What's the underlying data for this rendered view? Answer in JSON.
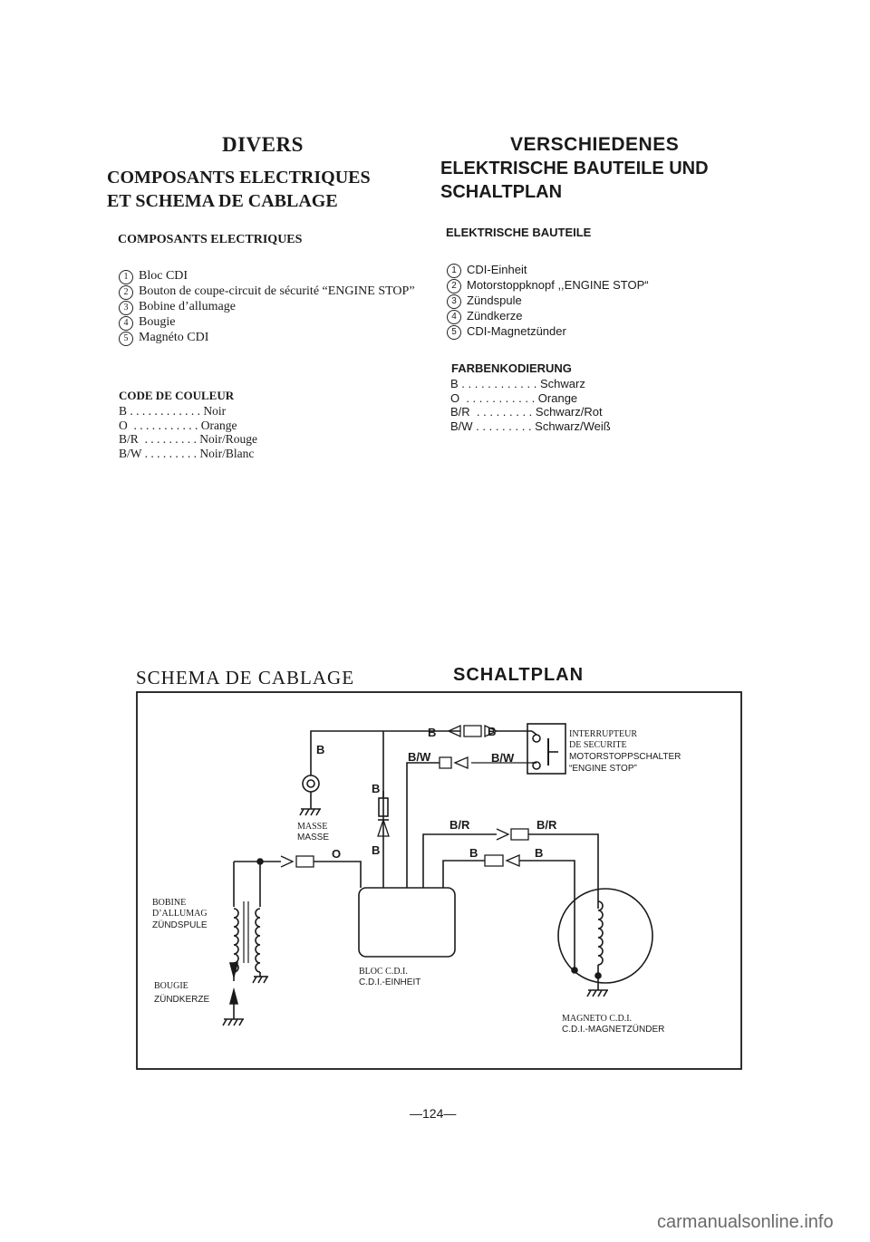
{
  "fr": {
    "title": "DIVERS",
    "heading": "COMPOSANTS ELECTRIQUES ET SCHEMA DE CABLAGE",
    "subheading": "COMPOSANTS ELECTRIQUES",
    "items": [
      {
        "num": "1",
        "text": "Bloc CDI"
      },
      {
        "num": "2",
        "text": "Bouton de coupe-circuit de sécurité “ENGINE STOP”"
      },
      {
        "num": "3",
        "text": "Bobine d’allumage"
      },
      {
        "num": "4",
        "text": "Bougie"
      },
      {
        "num": "5",
        "text": "Magnéto CDI"
      }
    ],
    "color_code_title": "CODE DE COULEUR",
    "color_codes": [
      "B . . . . . . . . . . . . Noir",
      "O  . . . . . . . . . . . Orange",
      "B/R  . . . . . . . . . Noir/Rouge",
      "B/W . . . . . . . . . Noir/Blanc"
    ],
    "wiring_title": "SCHEMA DE CABLAGE"
  },
  "de": {
    "title": "VERSCHIEDENES",
    "heading": "ELEKTRISCHE BAUTEILE UND SCHALTPLAN",
    "subheading": "ELEKTRISCHE BAUTEILE",
    "items": [
      {
        "num": "1",
        "text": "CDI-Einheit"
      },
      {
        "num": "2",
        "text": "Motorstoppknopf ,,ENGINE STOP“"
      },
      {
        "num": "3",
        "text": "Zündspule"
      },
      {
        "num": "4",
        "text": "Zündkerze"
      },
      {
        "num": "5",
        "text": "CDI-Magnetzünder"
      }
    ],
    "color_code_title": "FARBENKODIERUNG",
    "color_codes": [
      "B . . . . . . . . . . . . Schwarz",
      "O  . . . . . . . . . . . Orange",
      "B/R  . . . . . . . . . Schwarz/Rot",
      "B/W . . . . . . . . . Schwarz/Weiß"
    ],
    "wiring_title": "SCHALTPLAN"
  },
  "diagram": {
    "switch_label_fr_1": "INTERRUPTEUR",
    "switch_label_fr_2": "DE SECURITE",
    "switch_label_de": "MOTORSTOPPSCHALTER",
    "switch_label_engine": "“ENGINE STOP”",
    "ground_fr": "MASSE",
    "ground_de": "MASSE",
    "coil_fr_1": "BOBINE",
    "coil_fr_2": "D’ALLUMAG",
    "coil_de": "ZÜNDSPULE",
    "plug_fr": "BOUGIE",
    "plug_de": "ZÜNDKERZE",
    "cdi_fr": "BLOC C.D.I.",
    "cdi_de": "C.D.I.-EINHEIT",
    "magneto_fr": "MAGNETO C.D.I.",
    "magneto_de": "C.D.I.-MAGNETZÜNDER",
    "wire_B": "B",
    "wire_BW": "B/W",
    "wire_BR": "B/R",
    "wire_O": "O"
  },
  "page_number": "—124—",
  "watermark": "carmanualsonline.info"
}
